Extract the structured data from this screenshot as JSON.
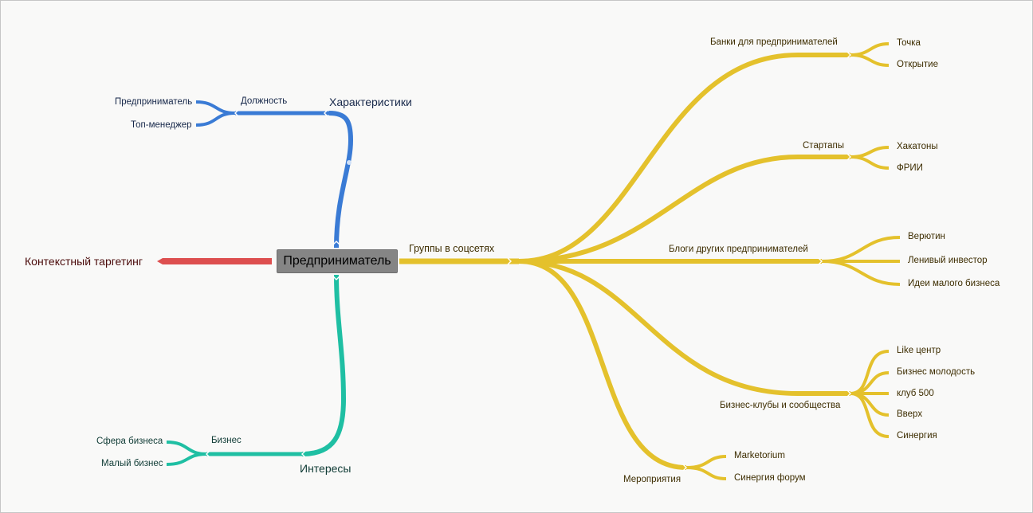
{
  "root": "Предприниматель",
  "colors": {
    "blue": "#3a7bd5",
    "teal": "#1fbfa3",
    "gold": "#e4c12c",
    "red": "#dd4f4f",
    "root_fill": "#858585"
  },
  "left_branch": {
    "label": "Контекстный таргетинг"
  },
  "characteristics": {
    "label": "Характеристики",
    "position": {
      "label": "Должность",
      "items": [
        "Предприниматель",
        "Топ-менеджер"
      ]
    }
  },
  "interests": {
    "label": "Интересы",
    "business": {
      "label": "Бизнес",
      "items": [
        "Сфера бизнеса",
        "Малый бизнес"
      ]
    }
  },
  "social": {
    "label": "Группы в соцсетях",
    "banks": {
      "label": "Банки для предпринимателей",
      "items": [
        "Точка",
        "Открытие"
      ]
    },
    "startups": {
      "label": "Стартапы",
      "items": [
        "Хакатоны",
        "ФРИИ"
      ]
    },
    "blogs": {
      "label": "Блоги других предпринимателей",
      "items": [
        "Верютин",
        "Ленивый инвестор",
        "Идеи малого бизнеса"
      ]
    },
    "clubs": {
      "label": "Бизнес-клубы и сообщества",
      "items": [
        "Like центр",
        "Бизнес молодость",
        "клуб 500",
        "Вверх",
        "Синергия"
      ]
    },
    "events": {
      "label": "Мероприятия",
      "items": [
        "Marketorium",
        "Синергия форум"
      ]
    }
  }
}
